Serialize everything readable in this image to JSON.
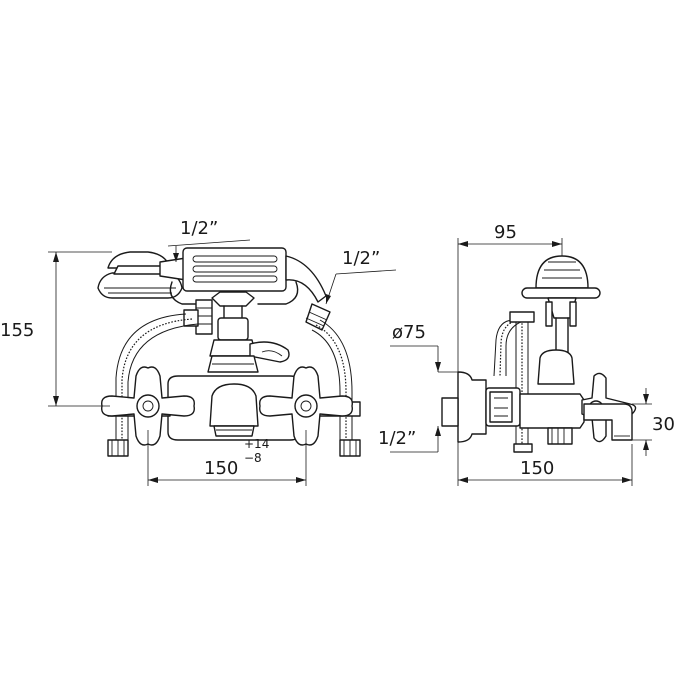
{
  "front_view": {
    "height_label": "155",
    "inlet_label_top": "1/2”",
    "hose_thread_label": "1/2”",
    "center_distance_label": "150",
    "tolerance_plus": "+14",
    "tolerance_minus": "−8"
  },
  "side_view": {
    "depth_label": "95",
    "flange_diameter_label": "ø75",
    "inlet_thread_label": "1/2”",
    "overall_depth_label": "150",
    "spout_height_label": "30"
  }
}
